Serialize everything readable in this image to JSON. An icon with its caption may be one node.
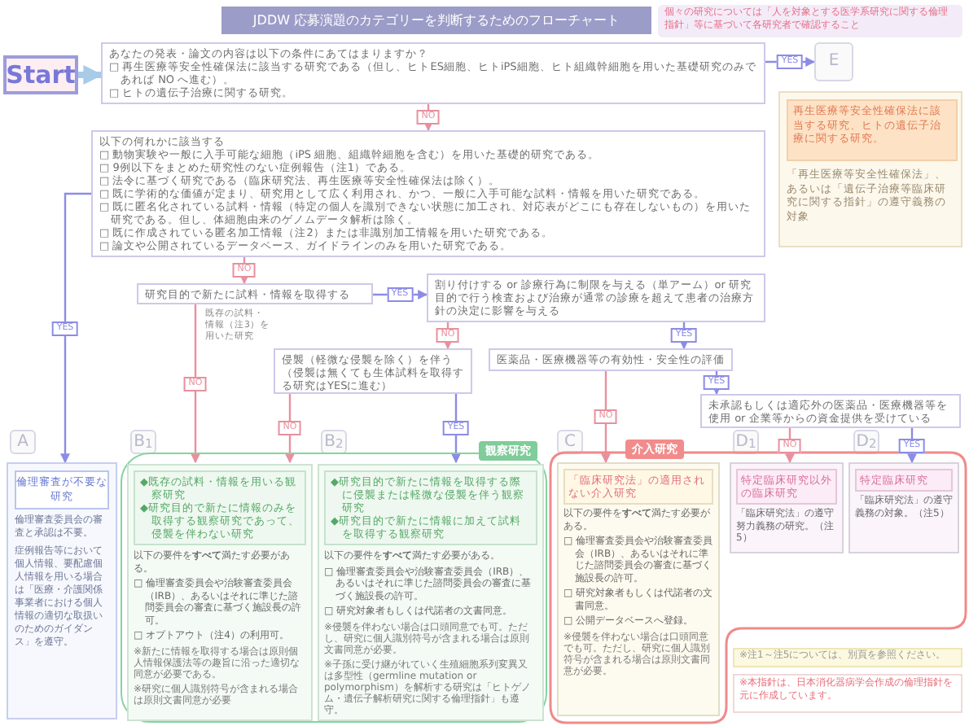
{
  "diagram": {
    "title": "JDDW 応募演題のカテゴリーを判断するためのフローチャート",
    "nodes": [
      {
        "text": [
          "Start"
        ]
      },
      {
        "text": [
          "あなたの発表・論文の内容は以下の条件にあてはまりますか？",
          "□ 再生医療等安全性確保法に該当する研究である（但し、ヒトES細胞、ヒトiPS細胞、ヒト組織幹細胞を用いた基礎研究のみであれば NO へ進む）。",
          "□ ヒトの遺伝子治療に関する研究。"
        ]
      },
      {
        "text": [
          "E"
        ]
      },
      {
        "text": [
          "「再生医療等安全性確保法」、あるいは「遺伝子治療等臨床研究に関する指針」の遵守義務の対象"
        ]
      },
      {
        "text": [
          "再生医療等安全性確保法に該当する研究、ヒトの遺伝子治療に関する研究。"
        ],
        "in": 3
      },
      {
        "text": [
          "以下の何れかに該当する",
          "□ 動物実験や一般に入手可能な細胞（iPS 細胞、組織幹細胞を含む）を用いた基礎的研究である。",
          "□ 9例以下をまとめた研究性のない症例報告（注1）である。",
          "□ 法令に基づく研究である（臨床研究法、再生医療等安全性確保法は除く）。",
          "□ 既に学術的な価値が定まり、研究用として広く利用され、かつ、一般に入手可能な試料・情報を用いた研究である。",
          "□ 既に匿名化されている試料・情報（特定の個人を識別できない状態に加工され、対応表がどこにも存在しないもの）を用いた研究である。但し、体細胞由来のゲノムデータ解析は除く。",
          "□ 既に作成されている匿名加工情報（注2）または非識別加工情報を用いた研究である。",
          "□ 論文や公開されているデータベース、ガイドラインのみを用いた研究である。"
        ]
      },
      {
        "text": [
          "研究目的で新たに試料・情報を取得する"
        ]
      },
      {
        "text": [
          "割り付けする or 診療行為に制限を与える（単アーム）or 研究目的で行う検査および治療が通常の診療を超えて患者の治療方針の決定に影響を与える"
        ]
      },
      {
        "text": [
          "侵襲（軽微な侵襲を除く）を伴う",
          "（侵襲は無くても生体試料を取得する研究はYESに進む）"
        ]
      },
      {
        "text": [
          "医薬品・医療機器等の有効性・安全性の評価"
        ]
      },
      {
        "text": [
          "未承認もしくは適応外の医薬品・医療機器等を使用 or 企業等からの資金提供を受けている"
        ]
      },
      {
        "text": [
          "A"
        ]
      },
      {
        "text": [
          "B$_{1}$"
        ]
      },
      {
        "text": [
          "B$_{2}$"
        ]
      },
      {
        "text": [
          "C"
        ]
      },
      {
        "text": [
          "D$_{1}$"
        ]
      },
      {
        "text": [
          "D$_{2}$"
        ]
      },
      {
        "text": [
          "倫理審査が不要な研究",
          "倫理審査委員会の審査と承認は不要。",
          "症例報告等において個人情報、要配慮個人情報を用いる場合は「医療・介護関係事業者における個人情報の適切な取扱いのためのガイダンス」を遵守。"
        ]
      },
      {
        "text": [
          "観察研究"
        ]
      },
      {
        "text": [
          "◆既存の試料・情報を用いる観察研究",
          "◆研究目的で新たに情報のみを取得する観察研究であって、侵襲を伴わない研究",
          "以下の要件を**すべて**満たす必要がある。",
          "□ 倫理審査委員会や治験審査委員会（IRB）、あるいはそれに準じた諮問委員会の審査に基づく施設長の許可。",
          "□ オプトアウト（注4）の利用可。",
          "※新たに情報を取得する場合は原則個人情報保護法等の趣旨に沿った適切な同意が必要である。",
          "※研究に個人識別符号が含まれる場合は原則文書同意が必要"
        ],
        "in": 18
      },
      {
        "text": [
          "◆研究目的で新たに情報を取得する際に侵襲または軽微な侵襲を伴う観察研究",
          "◆研究目的で新たに情報に加えて試料を取得する観察研究",
          "以下の要件を**すべて**満たす必要がある。",
          "□ 倫理審査委員会や治験審査委員会（IRB）、あるいはそれに準じた諮問委員会の審査に基づく施設長の許可。",
          "□ 研究対象者もしくは代諾者の文書同意。",
          "※侵襲を伴わない場合は口頭同意でも可。ただし、研究に個人識別符号が含まれる場合は原則文書同意が必要。",
          "※子孫に受け継がれていく生殖細胞系列変異又は多型性（germline mutation or polymorphism）を解析する研究は「ヒトゲノム・遺伝子解析研究に関する倫理指針」も遵守。"
        ],
        "in": 18
      },
      {
        "text": [
          "介入研究"
        ]
      },
      {
        "text": [
          "「臨床研究法」の適用されない介入研究",
          "以下の要件を**すべて**満たす必要がある。",
          "□ 倫理審査委員会や治験審査委員会（IRB）、あるいはそれに準じた諮問委員会の審査に基づく施設長の許可。",
          "□ 研究対象者もしくは代諾者の文書同意。",
          "□ 公開データベースへ登録。",
          "※侵襲を伴わない場合は口頭同意でも可。ただし、研究に個人識別符号が含まれる場合は原則文書同意が必要。"
        ],
        "in": 21
      },
      {
        "text": [
          "特定臨床研究以外の臨床研究",
          "「臨床研究法」の遵守努力義務の研究。（注5）"
        ],
        "in": 21
      },
      {
        "text": [
          "特定臨床研究",
          "「臨床研究法」の遵守義務の対象。（注5）"
        ],
        "in": 21
      }
    ],
    "edges": [
      {
        "from": 0,
        "to": 1,
        "arrow": "to",
        "style": "thick",
        "color": "#a8cbe8"
      },
      {
        "from": 1,
        "to": 2,
        "arrow": "to",
        "label": "YES",
        "color": "#8c8ce6"
      },
      {
        "from": 1,
        "to": 5,
        "arrow": "to",
        "label": "NO",
        "color": "#e8909e"
      },
      {
        "from": 5,
        "to": 17,
        "arrow": "to",
        "label": "YES",
        "color": "#8c8ce6"
      },
      {
        "from": 5,
        "to": 6,
        "arrow": "to",
        "label": "NO",
        "color": "#e8909e"
      },
      {
        "from": 6,
        "to": 7,
        "arrow": "to",
        "label": "YES",
        "color": "#8c8ce6"
      },
      {
        "from": 6,
        "to": 19,
        "arrow": "to",
        "label": "NO",
        "color": "#e8909e"
      },
      {
        "from": 7,
        "to": 8,
        "arrow": "to",
        "label": "NO",
        "color": "#e8909e"
      },
      {
        "from": 7,
        "to": 9,
        "arrow": "to",
        "label": "YES",
        "color": "#8c8ce6"
      },
      {
        "from": 8,
        "to": 19,
        "arrow": "to",
        "label": "NO",
        "color": "#e8909e"
      },
      {
        "from": 8,
        "to": 20,
        "arrow": "to",
        "label": "YES",
        "color": "#8c8ce6"
      },
      {
        "from": 9,
        "to": 22,
        "arrow": "to",
        "label": "NO",
        "color": "#e8909e"
      },
      {
        "from": 9,
        "to": 10,
        "arrow": "to",
        "label": "YES",
        "color": "#8c8ce6"
      },
      {
        "from": 10,
        "to": 23,
        "arrow": "to",
        "label": "NO",
        "color": "#e8909e"
      },
      {
        "from": 10,
        "to": 24,
        "arrow": "to",
        "label": "YES",
        "color": "#8c8ce6"
      }
    ],
    "labels": [
      "個々の研究については「人を対象とする医学系研究に関する倫理指針」等に基づいて各研究者で確認すること",
      "既存の試料・情報（注3）を用いた研究",
      "※注1～注5については、別頁を参照ください。",
      "※本指針は、日本消化器病学会作成の倫理指針を元に作成しています。"
    ]
  }
}
